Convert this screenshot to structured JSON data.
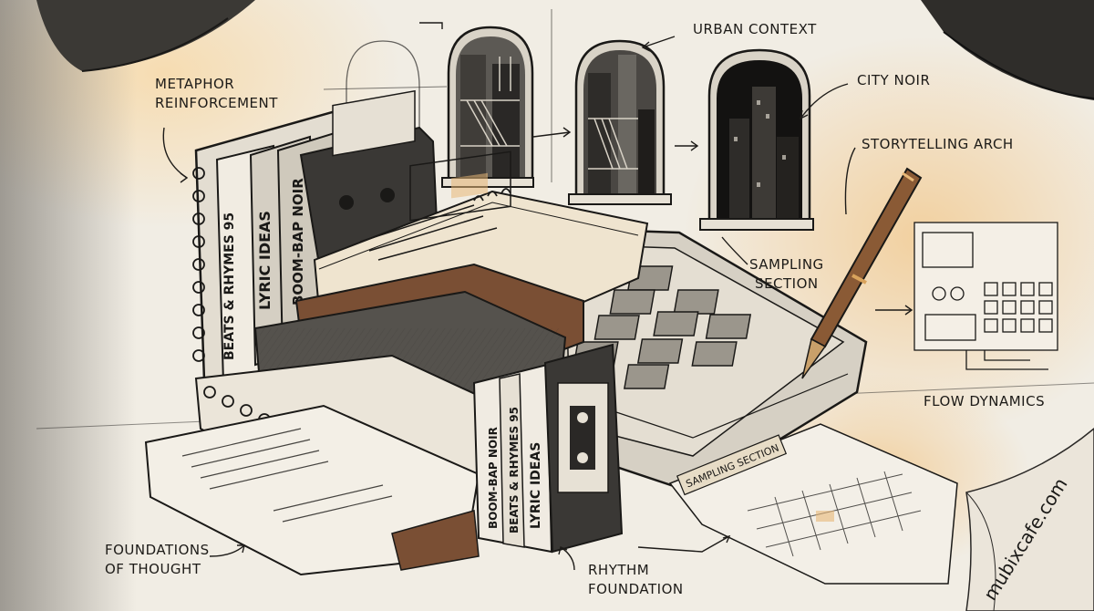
{
  "labels": {
    "metaphor": "METAPHOR\nREINFORCEMENT",
    "urban": "URBAN CONTEXT",
    "city_noir": "CITY NOIR",
    "storytelling": "STORYTELLING ARCH",
    "sampling": "SAMPLING\nSECTION",
    "flow": "FLOW DYNAMICS",
    "foundations": "FOUNDATIONS\nOF THOUGHT",
    "rhythm": "RHYTHM\nFOUNDATION"
  },
  "book_spines": [
    "BEATS & RHYMES 95",
    "LYRIC IDEAS",
    "BOOM-BAP NOIR"
  ],
  "cassette_spines": [
    "BOOM-BAP NOIR",
    "BEATS & RHYMES 95",
    "LYRIC IDEAS"
  ],
  "paper_tag": "SAMPLING SECTION",
  "watermark": "mubixcafe.com",
  "colors": {
    "paper": "#f1ede4",
    "ink": "#1d1b18",
    "sepia": "#e8b878",
    "leather": "#7a4f34"
  }
}
